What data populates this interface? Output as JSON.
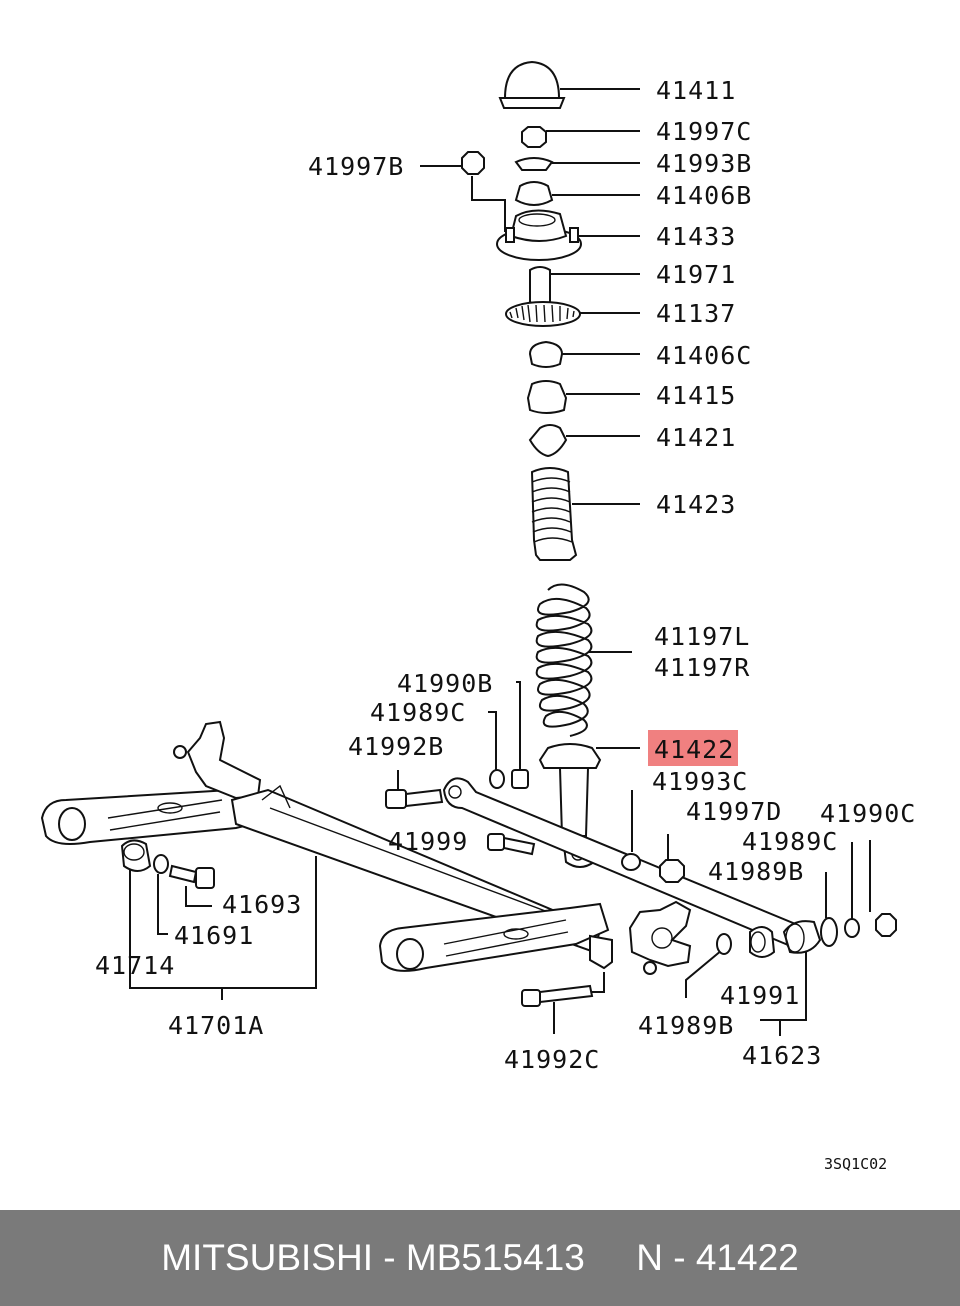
{
  "labels": {
    "p41411": "41411",
    "p41997C": "41997C",
    "p41997B": "41997B",
    "p41993B": "41993B",
    "p41406B": "41406B",
    "p41433": "41433",
    "p41971": "41971",
    "p41137": "41137",
    "p41406C": "41406C",
    "p41415": "41415",
    "p41421": "41421",
    "p41423": "41423",
    "p41197L": "41197L",
    "p41197R": "41197R",
    "p41990B": "41990B",
    "p41989C_a": "41989C",
    "p41992B": "41992B",
    "p41422": "41422",
    "p41993C": "41993C",
    "p41997D": "41997D",
    "p41990C": "41990C",
    "p41989C_b": "41989C",
    "p41999": "41999",
    "p41989B_a": "41989B",
    "p41693": "41693",
    "p41691": "41691",
    "p41714": "41714",
    "p41701A": "41701A",
    "p41991": "41991",
    "p41989B_b": "41989B",
    "p41623": "41623",
    "p41992C": "41992C"
  },
  "diagram_code": "3SQ1C02",
  "highlight_color": "#f08080",
  "footer": {
    "brand": "MITSUBISHI",
    "sep1": " - ",
    "part_number": "MB515413",
    "gap": "     ",
    "n_prefix": "N - ",
    "n_number": "41422"
  }
}
